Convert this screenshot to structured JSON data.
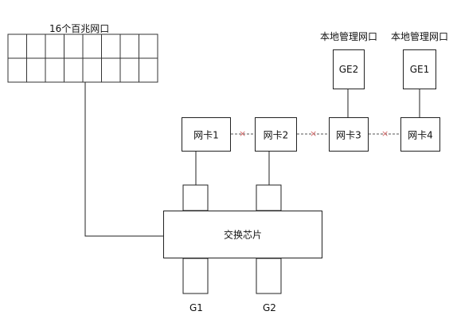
{
  "port_panel": {
    "title": "16个百兆网口"
  },
  "management": {
    "left_label": "本地管理网口",
    "right_label": "本地管理网口"
  },
  "nodes": {
    "ge2": "GE2",
    "ge1": "GE1",
    "nic1": "网卡1",
    "nic2": "网卡2",
    "nic3": "网卡3",
    "nic4": "网卡4",
    "switch_chip": "交换芯片",
    "g1": "G1",
    "g2": "G2"
  },
  "link_marks": {
    "broken": "×"
  },
  "colors": {
    "line": "#222222",
    "broken_link": "#d46a6a"
  }
}
